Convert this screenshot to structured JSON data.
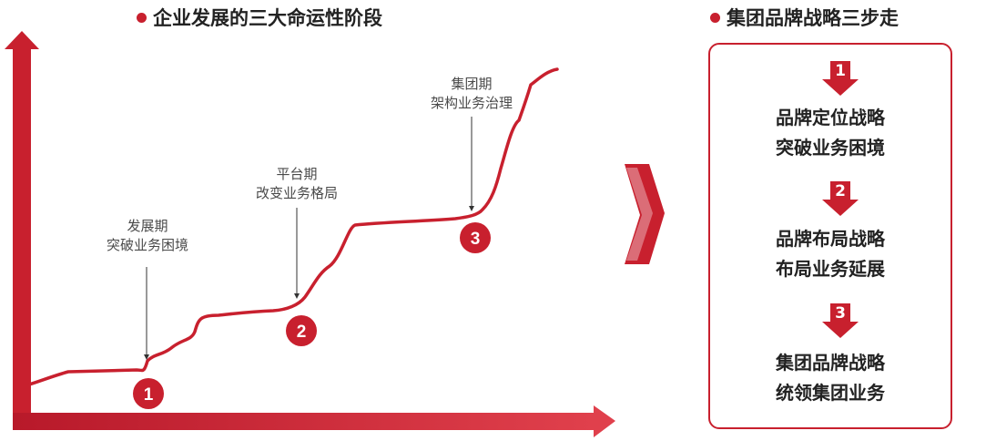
{
  "left_title": "企业发展的三大命运性阶段",
  "right_title": "集团品牌战略三步走",
  "stages": [
    {
      "number": "1",
      "name": "发展期",
      "desc": "突破业务困境"
    },
    {
      "number": "2",
      "name": "平台期",
      "desc": "改变业务格局"
    },
    {
      "number": "3",
      "name": "集团期",
      "desc": "架构业务治理"
    }
  ],
  "steps": [
    {
      "number": "1",
      "line1": "品牌定位战略",
      "line2": "突破业务困境"
    },
    {
      "number": "2",
      "line1": "品牌布局战略",
      "line2": "布局业务延展"
    },
    {
      "number": "3",
      "line1": "集团品牌战略",
      "line2": "统领集团业务"
    }
  ],
  "colors": {
    "accent": "#c8202e",
    "text": "#222222",
    "annotation": "#4a4a4a"
  }
}
